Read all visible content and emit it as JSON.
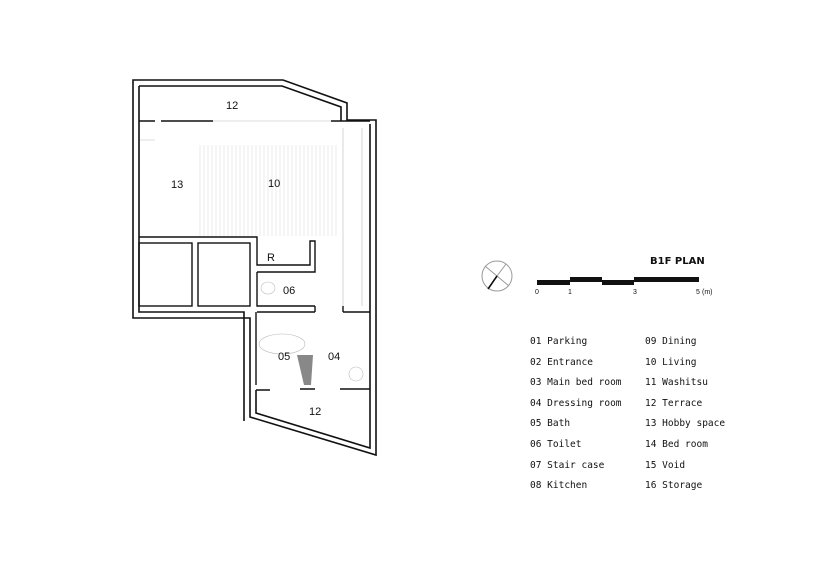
{
  "plan_title": "B1F PLAN",
  "scale_bar": {
    "unit": "(m)",
    "ticks": [
      "0",
      "1",
      "3",
      "5"
    ]
  },
  "room_labels": {
    "terrace_top": "12",
    "hobby": "13",
    "living": "10",
    "storage_r": "R",
    "toilet": "06",
    "bath": "05",
    "dressing": "04",
    "terrace_bottom": "12"
  },
  "legend": [
    "01 Parking",
    "02 Entrance",
    "03 Main bed room",
    "04 Dressing room",
    "05 Bath",
    "06 Toilet",
    "07 Stair case",
    "08 Kitchen",
    "09 Dining",
    "10 Living",
    "11 Washitsu",
    "12 Terrace",
    "13 Hobby space",
    "14 Bed room",
    "15 Void",
    "16 Storage"
  ]
}
